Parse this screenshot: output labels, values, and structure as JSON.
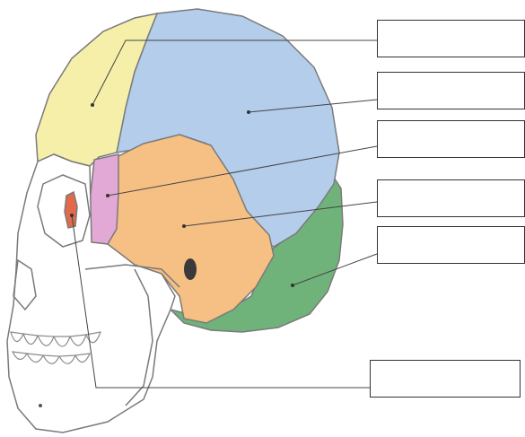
{
  "diagram": {
    "colors": {
      "frontal": "#f5efaa",
      "parietal": "#b3cdea",
      "sphenoid": "#e2a9d6",
      "temporal": "#f6bf83",
      "occipital": "#6fb37a",
      "lacrimal": "#e2694a",
      "facial_bones": "#ffffff",
      "outline": "#7a7a7a",
      "leader_line": "#444444"
    },
    "labels": [
      {
        "id": "box1",
        "text": ""
      },
      {
        "id": "box2",
        "text": ""
      },
      {
        "id": "box3",
        "text": ""
      },
      {
        "id": "box4",
        "text": ""
      },
      {
        "id": "box5",
        "text": ""
      },
      {
        "id": "box6",
        "text": ""
      }
    ]
  }
}
